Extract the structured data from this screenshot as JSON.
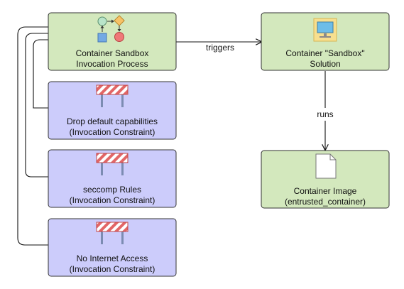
{
  "colors": {
    "green_fill": "#d3e8bd",
    "green_stroke": "#333333",
    "purple_fill": "#ccccfb",
    "purple_stroke": "#333333",
    "connector": "#111111",
    "barrier_stripe": "#e26666",
    "barrier_post": "#7c8cb2",
    "monitor_frame": "#f7df8f",
    "monitor_screen": "#6dbde8"
  },
  "nodes": {
    "process": {
      "line1": "Container Sandbox",
      "line2": "Invocation Process",
      "icon": "process-flow-icon"
    },
    "solution": {
      "line1": "Container \"Sandbox\"",
      "line2": "Solution",
      "icon": "monitor-icon"
    },
    "image": {
      "line1": "Container Image",
      "line2": "(entrusted_container)",
      "icon": "document-icon"
    },
    "constraint_caps": {
      "line1": "Drop default capabilities",
      "line2": "(Invocation Constraint)",
      "icon": "barrier-icon"
    },
    "constraint_seccomp": {
      "line1": "seccomp Rules",
      "line2": "(Invocation Constraint)",
      "icon": "barrier-icon"
    },
    "constraint_net": {
      "line1": "No Internet Access",
      "line2": "(Invocation Constraint)",
      "icon": "barrier-icon"
    }
  },
  "edges": {
    "triggers": "triggers",
    "runs": "runs"
  }
}
